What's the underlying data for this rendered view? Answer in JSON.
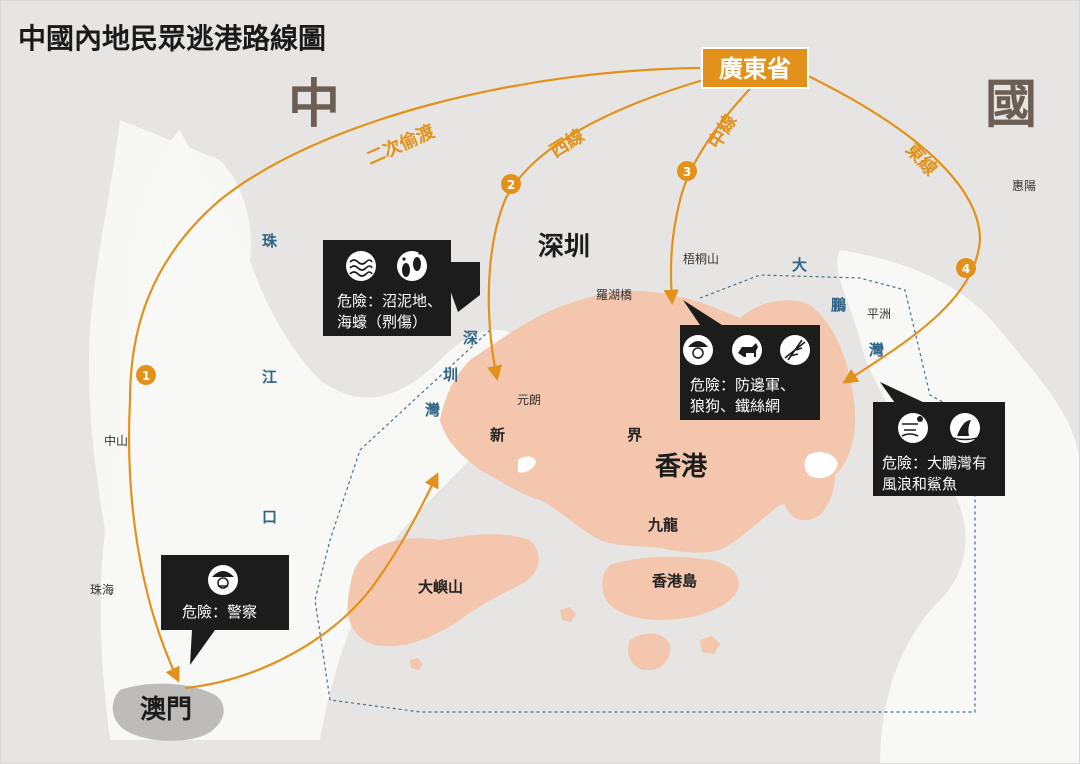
{
  "title": "中國內地民眾逃港路線圖",
  "colors": {
    "land": "#e8e7e5",
    "water": "#fafafa",
    "hk": "#f3c6ad",
    "route": "#e2921b",
    "boundary": "#4a6f87",
    "box": "#1c1c1c",
    "text_region": "#6b5f55",
    "water_label": "#2f6486"
  },
  "regions": {
    "china_left": "中",
    "china_right": "國"
  },
  "province": "廣東省",
  "cities": {
    "shenzhen": "深圳",
    "hongkong": "香港",
    "macau": "澳門"
  },
  "places": {
    "huiyang": "惠陽",
    "wutongshan": "梧桐山",
    "lohu": "羅湖橋",
    "pingzhou": "平洲",
    "yuenlong": "元朗",
    "zhongshan": "中山",
    "zhuhai": "珠海"
  },
  "areas": {
    "new_territories_1": "新",
    "new_territories_2": "界",
    "kowloon": "九龍",
    "hk_island": "香港島",
    "lantau": "大嶼山"
  },
  "waters": {
    "pearl_river": [
      "珠",
      "江",
      "口"
    ],
    "shenzhen_bay": [
      "深",
      "圳",
      "灣"
    ],
    "mirs_bay": [
      "大",
      "鵬",
      "灣"
    ]
  },
  "routes": [
    {
      "number": "1",
      "label": "二次偷渡"
    },
    {
      "number": "2",
      "label": "西線"
    },
    {
      "number": "3",
      "label": "中線"
    },
    {
      "number": "4",
      "label": "東線"
    }
  ],
  "dangers": [
    {
      "icons": [
        "waves-icon",
        "footprint-icon"
      ],
      "lines": [
        "危險：沼泥地、",
        "海蠔（𠝹傷）"
      ]
    },
    {
      "icons": [
        "soldier-icon",
        "dog-icon",
        "barbed-wire-icon"
      ],
      "lines": [
        "危險：防邊軍、",
        "狼狗、鐵絲網"
      ]
    },
    {
      "icons": [
        "wind-icon",
        "shark-icon"
      ],
      "lines": [
        "危險：大鵬灣有",
        "風浪和鯊魚"
      ]
    },
    {
      "icons": [
        "police-icon"
      ],
      "lines": [
        "危險：警察"
      ]
    }
  ]
}
